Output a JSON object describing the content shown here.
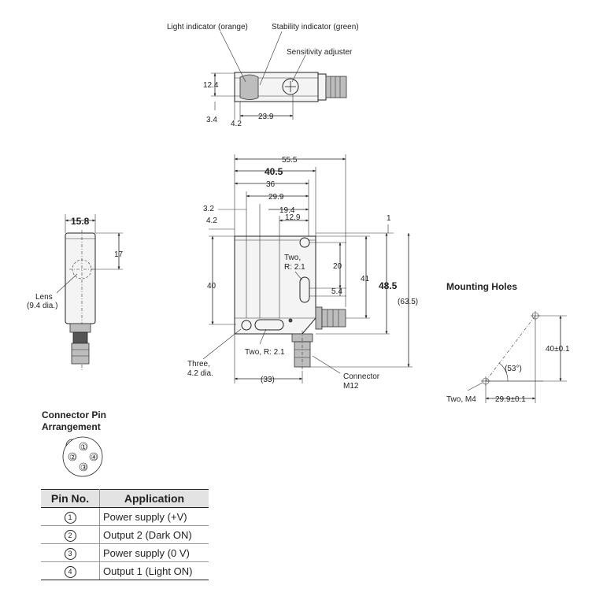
{
  "top_view": {
    "light_indicator": "Light indicator (orange)",
    "stability_indicator": "Stability indicator (green)",
    "sensitivity_adjuster": "Sensitivity adjuster",
    "dim_height": "12.4",
    "dim_left": "3.4",
    "dim_offset": "4.2",
    "dim_width": "23.9"
  },
  "side_view": {
    "dim_width": "15.8",
    "dim_lens_height": "17",
    "lens_label_1": "Lens",
    "lens_label_2": "(9.4 dia.)"
  },
  "front_view": {
    "dim_55_5": "55.5",
    "dim_40_5": "40.5",
    "dim_36": "36",
    "dim_29_9": "29.9",
    "dim_3_2": "3.2",
    "dim_19_4": "19.4",
    "dim_12_9": "12.9",
    "dim_4_2": "4.2",
    "dim_1": "1",
    "dim_40": "40",
    "dim_20": "20",
    "dim_41": "41",
    "dim_48_5": "48.5",
    "dim_63_5": "(63.5)",
    "dim_5_4": "5.4",
    "dim_33": "(33)",
    "two_r_upper_1": "Two,",
    "two_r_upper_2": "R: 2.1",
    "two_r_lower": "Two, R: 2.1",
    "three_dia_1": "Three,",
    "three_dia_2": "4.2 dia.",
    "connector_1": "Connector",
    "connector_2": "M12"
  },
  "mounting_holes": {
    "title": "Mounting Holes",
    "dim_height": "40±0.1",
    "angle": "(53°)",
    "two_m4": "Two, M4",
    "dim_width": "29.9±0.1"
  },
  "connector": {
    "title_line1": "Connector Pin",
    "title_line2": "Arrangement",
    "pins": [
      "①",
      "②",
      "③",
      "④"
    ]
  },
  "pin_table": {
    "header_pin": "Pin No.",
    "header_app": "Application",
    "rows": [
      {
        "pin": "1",
        "app": "Power supply (+V)"
      },
      {
        "pin": "2",
        "app": "Output 2 (Dark ON)"
      },
      {
        "pin": "3",
        "app": "Power supply (0 V)"
      },
      {
        "pin": "4",
        "app": "Output 1 (Light ON)"
      }
    ]
  },
  "colors": {
    "line": "#222222",
    "table_header": "#e3e3e3"
  }
}
